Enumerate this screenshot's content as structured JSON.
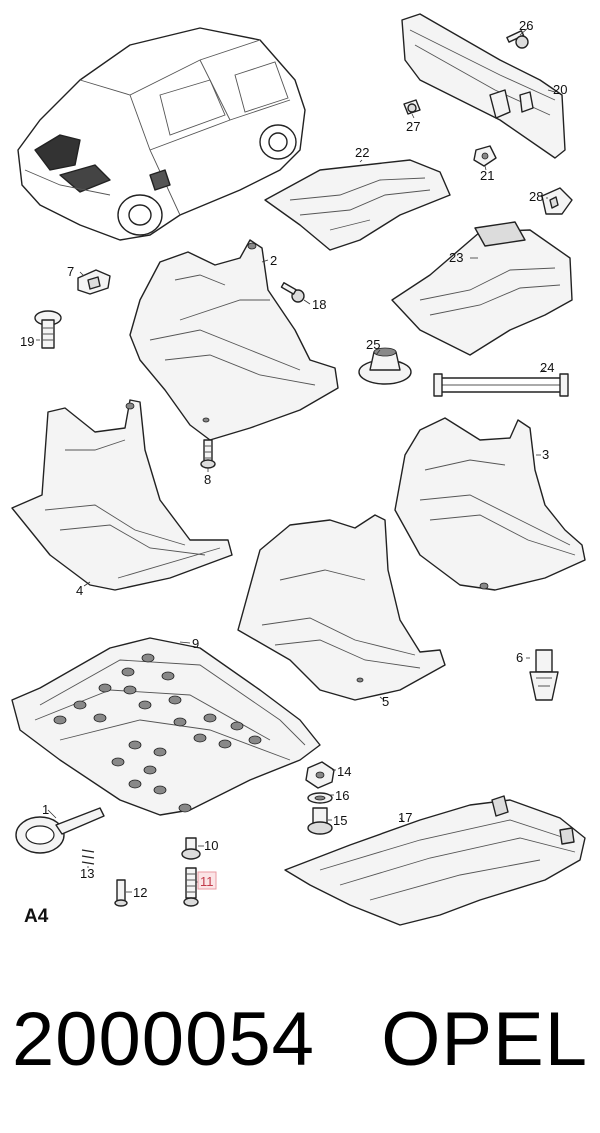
{
  "diagram": {
    "sheet_label": "A4",
    "highlight_color": "#e89aa2",
    "callouts": [
      {
        "id": "c1",
        "text": "1"
      },
      {
        "id": "c2",
        "text": "2"
      },
      {
        "id": "c3",
        "text": "3"
      },
      {
        "id": "c4",
        "text": "4"
      },
      {
        "id": "c5",
        "text": "5"
      },
      {
        "id": "c6",
        "text": "6"
      },
      {
        "id": "c7",
        "text": "7"
      },
      {
        "id": "c8",
        "text": "8"
      },
      {
        "id": "c9",
        "text": "9"
      },
      {
        "id": "c10",
        "text": "10"
      },
      {
        "id": "c11",
        "text": "11",
        "highlighted": true
      },
      {
        "id": "c12",
        "text": "12"
      },
      {
        "id": "c13",
        "text": "13"
      },
      {
        "id": "c14",
        "text": "14"
      },
      {
        "id": "c15",
        "text": "15"
      },
      {
        "id": "c16",
        "text": "16"
      },
      {
        "id": "c17",
        "text": "17"
      },
      {
        "id": "c19",
        "text": "19"
      },
      {
        "id": "c18",
        "text": "18"
      },
      {
        "id": "c20",
        "text": "20"
      },
      {
        "id": "c21",
        "text": "21"
      },
      {
        "id": "c22",
        "text": "22"
      },
      {
        "id": "c23",
        "text": "23"
      },
      {
        "id": "c24",
        "text": "24"
      },
      {
        "id": "c25",
        "text": "25"
      },
      {
        "id": "c26",
        "text": "26"
      },
      {
        "id": "c27",
        "text": "27"
      },
      {
        "id": "c28",
        "text": "28"
      }
    ]
  },
  "footer": {
    "part_number": "2000054",
    "brand": "OPEL"
  }
}
